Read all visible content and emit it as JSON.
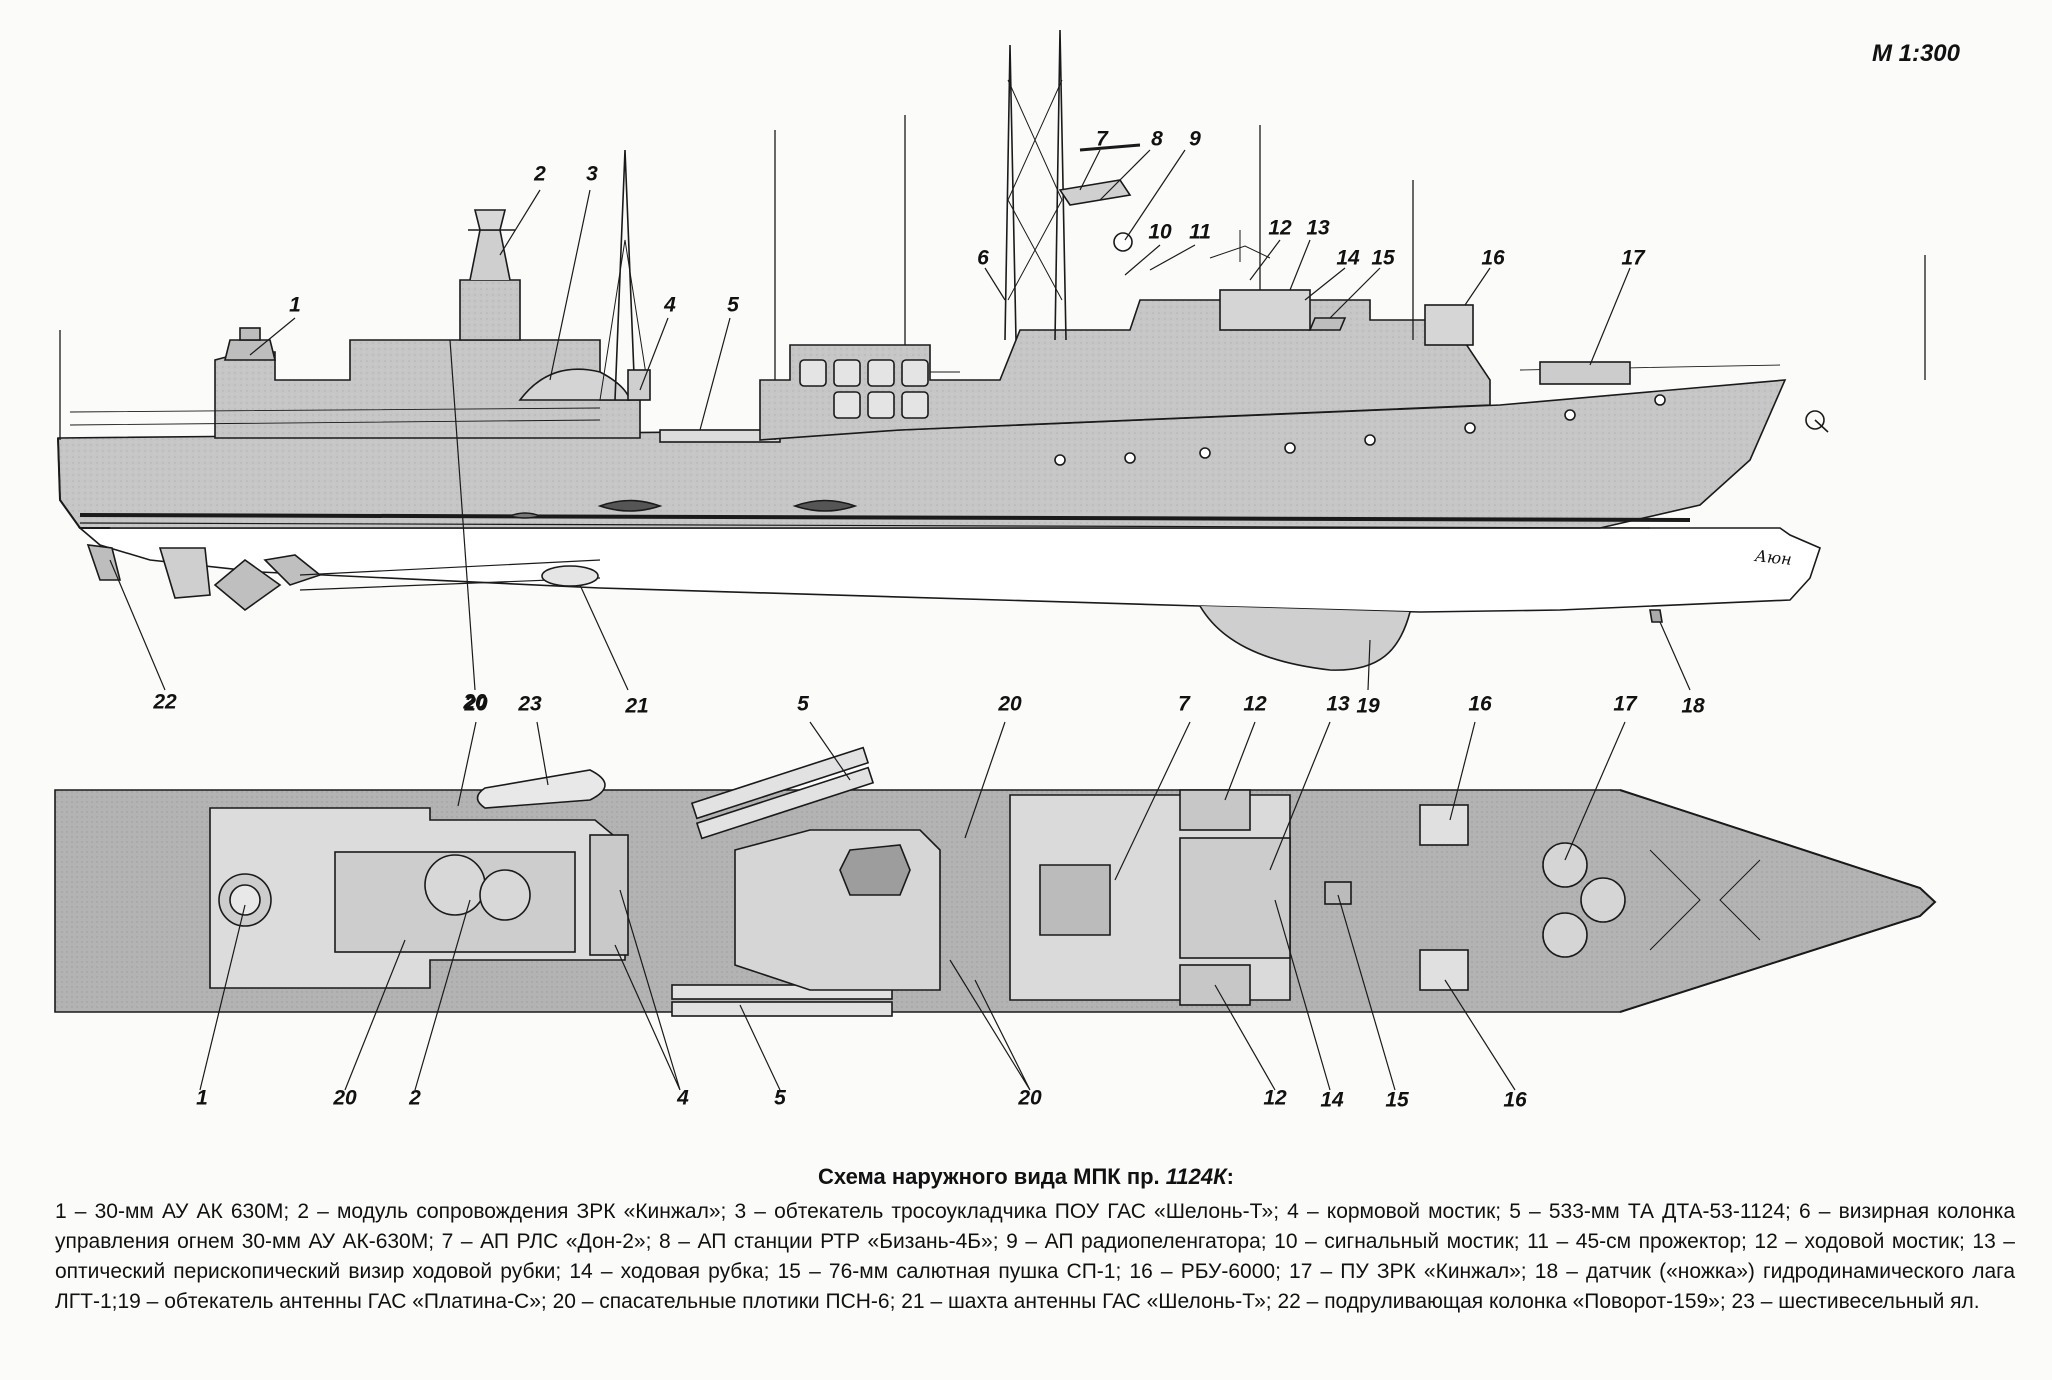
{
  "scale": "М 1:300",
  "caption": {
    "text": "Схема наружного вида МПК пр. ",
    "project": "1124К",
    "tail": ":"
  },
  "legend_text": "1 – 30-мм АУ АК 630М; 2 – модуль сопровождения ЗРК «Кинжал»; 3 – обтекатель тросоукладчика ПОУ ГАС «Шелонь-Т»; 4 – кормовой мостик; 5 – 533-мм ТА ДТА-53-1124; 6 – визирная колонка управления огнем 30-мм АУ АК-630М; 7 – АП РЛС «Дон-2»; 8 – АП станции РТР «Бизань-4Б»; 9 – АП радиопеленгатора; 10 – сигнальный мостик; 11 – 45-см прожектор; 12 – ходовой мостик; 13 – оптический перископический визир ходовой рубки; 14 – ходовая рубка; 15 – 76-мм салютная пушка СП-1; 16 – РБУ-6000; 17 – ПУ ЗРК «Кинжал»; 18 – датчик («ножка») гидродинамического лага ЛГТ-1;19 – обтекатель антенны ГАС «Платина-С»; 20 – спасательные плотики ПСН-6; 21 – шахта антенны ГАС «Шелонь-Т»; 22 – подруливающая колонка «Поворот-159»; 23 – шестивесельный ял.",
  "signature": "Аюн",
  "side_labels": [
    "1",
    "2",
    "3",
    "4",
    "5",
    "6",
    "7",
    "8",
    "9",
    "10",
    "11",
    "12",
    "13",
    "14",
    "15",
    "16",
    "17",
    "22",
    "20",
    "21",
    "19",
    "18"
  ],
  "plan_labels": [
    "20",
    "23",
    "5",
    "20",
    "7",
    "12",
    "13",
    "16",
    "17",
    "1",
    "20",
    "2",
    "4",
    "5",
    "20",
    "12",
    "14",
    "15",
    "16"
  ],
  "colors": {
    "hull": "#c8c8c8",
    "deck": "#b4b4b4",
    "superstructure": "#cecece",
    "underwater": "#ffffff",
    "line": "#1a1a1a"
  }
}
